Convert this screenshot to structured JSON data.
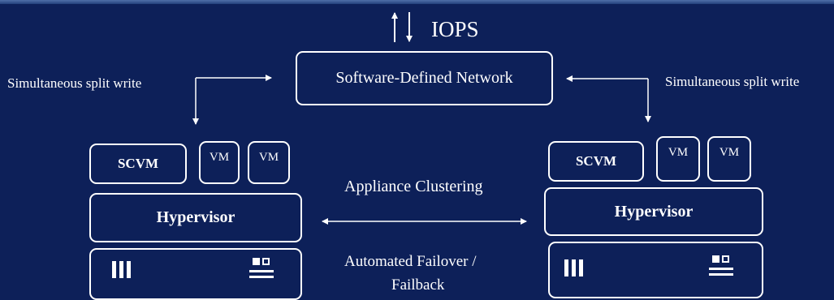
{
  "title_label": "IOPS",
  "network": {
    "label": "Software-Defined Network"
  },
  "split_write": {
    "left": "Simultaneous split write",
    "right": "Simultaneous split write"
  },
  "center": {
    "clustering": "Appliance Clustering",
    "failover_line1": "Automated Failover /",
    "failover_line2": "Failback"
  },
  "node_left": {
    "scvm": "SCVM",
    "vm1": "VM",
    "vm2": "VM",
    "hypervisor": "Hypervisor"
  },
  "node_right": {
    "scvm": "SCVM",
    "vm1": "VM",
    "vm2": "VM",
    "hypervisor": "Hypervisor"
  },
  "icons": [
    "bidirectional-arrow-icon",
    "server-bars-icon",
    "disk-drive-icon"
  ],
  "colors": {
    "background": "#0d2059",
    "foreground": "#ffffff"
  }
}
